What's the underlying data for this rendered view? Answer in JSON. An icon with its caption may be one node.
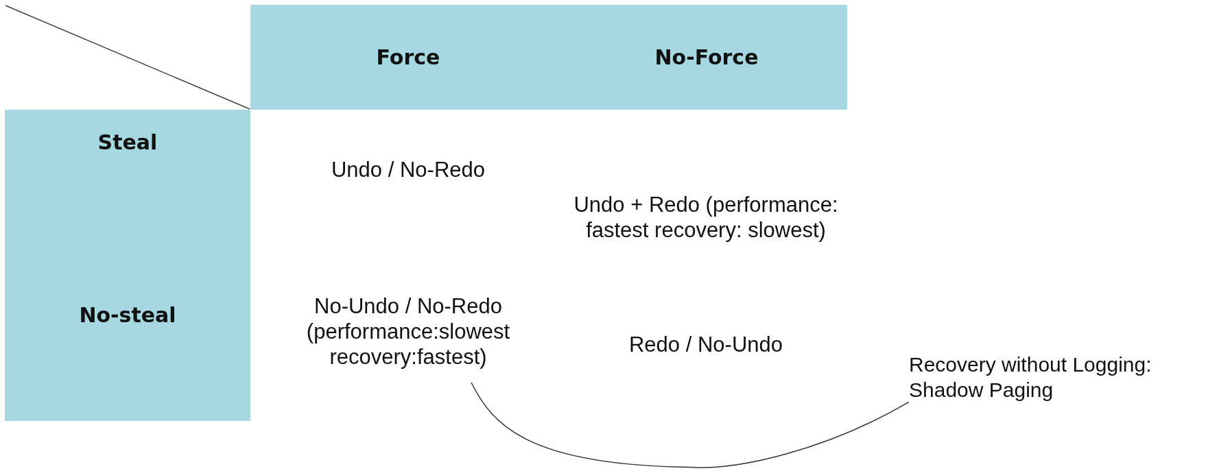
{
  "diagram": {
    "nodes": [
      {
        "text": [
          "Force"
        ]
      },
      {
        "text": [
          "No-Force"
        ]
      },
      {
        "text": [
          "Steal"
        ]
      },
      {
        "text": [
          "No-steal"
        ]
      },
      {
        "text": [
          "Undo / No-Redo"
        ]
      },
      {
        "text": [
          "Undo + Redo (performance: fastest recovery: slowest)"
        ]
      },
      {
        "text": [
          "No-Undo / No-Redo (performance:slowest recovery:fastest)"
        ]
      },
      {
        "text": [
          "Redo / No-Undo"
        ]
      },
      {
        "text": [
          "Recovery without Logging: Shadow Paging"
        ]
      }
    ],
    "edges": [
      {
        "from": 8,
        "to": 6,
        "arrow": "none"
      }
    ]
  }
}
